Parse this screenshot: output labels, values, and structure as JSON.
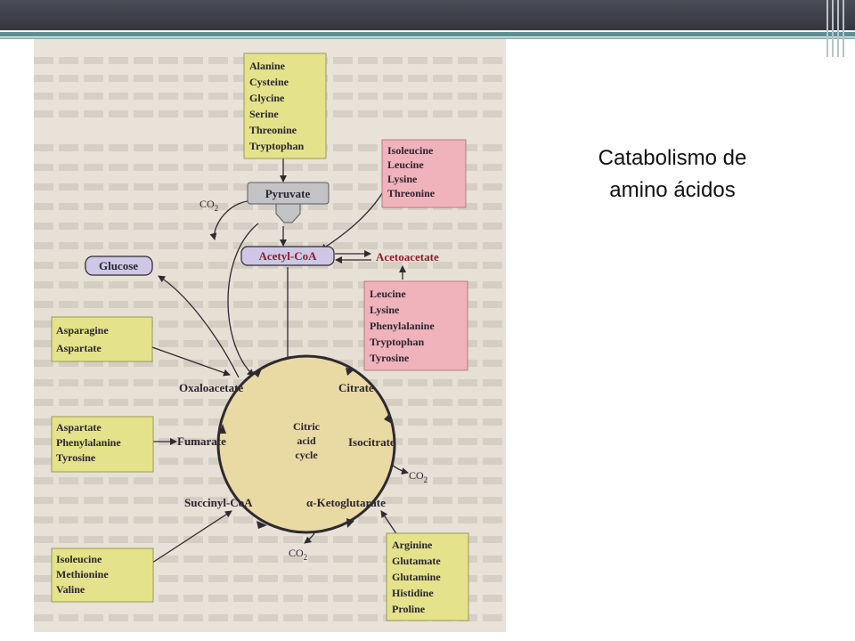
{
  "title": {
    "line1": "Catabolismo de",
    "line2": "amino ácidos"
  },
  "colors": {
    "yellow_box": "#e4e28a",
    "pink_box": "#f0b3bb",
    "cycle_fill": "#e9d9a3",
    "purple_node": "#cfc7e6",
    "gray_node": "#c3c3c6",
    "text_dark": "#2a2530"
  },
  "diagram": {
    "boxes": {
      "top_glycogenic": [
        "Alanine",
        "Cysteine",
        "Glycine",
        "Serine",
        "Threonine",
        "Tryptophan"
      ],
      "acetyl_group": [
        "Isoleucine",
        "Leucine",
        "Lysine",
        "Threonine"
      ],
      "acetoacetate_group": [
        "Leucine",
        "Lysine",
        "Phenylalanine",
        "Tryptophan",
        "Tyrosine"
      ],
      "oxaloacetate_group": [
        "Asparagine",
        "Aspartate"
      ],
      "fumarate_group": [
        "Aspartate",
        "Phenylalanine",
        "Tyrosine"
      ],
      "succinyl_group": [
        "Isoleucine",
        "Methionine",
        "Valine"
      ],
      "ketoglutarate_group": [
        "Arginine",
        "Glutamate",
        "Glutamine",
        "Histidine",
        "Proline"
      ]
    },
    "nodes": {
      "pyruvate": "Pyruvate",
      "acetyl_coa": "Acetyl-CoA",
      "acetoacetate": "Acetoacetate",
      "glucose": "Glucose",
      "oxaloacetate": "Oxaloacetate",
      "citrate": "Citrate",
      "fumarate": "Fumarate",
      "isocitrate": "Isocitrate",
      "succinyl_coa": "Succinyl-CoA",
      "ketoglutarate": "α-Ketoglutarate"
    },
    "co2": {
      "base": "CO",
      "sub": "2"
    },
    "cycle_label": [
      "Citric",
      "acid",
      "cycle"
    ]
  }
}
